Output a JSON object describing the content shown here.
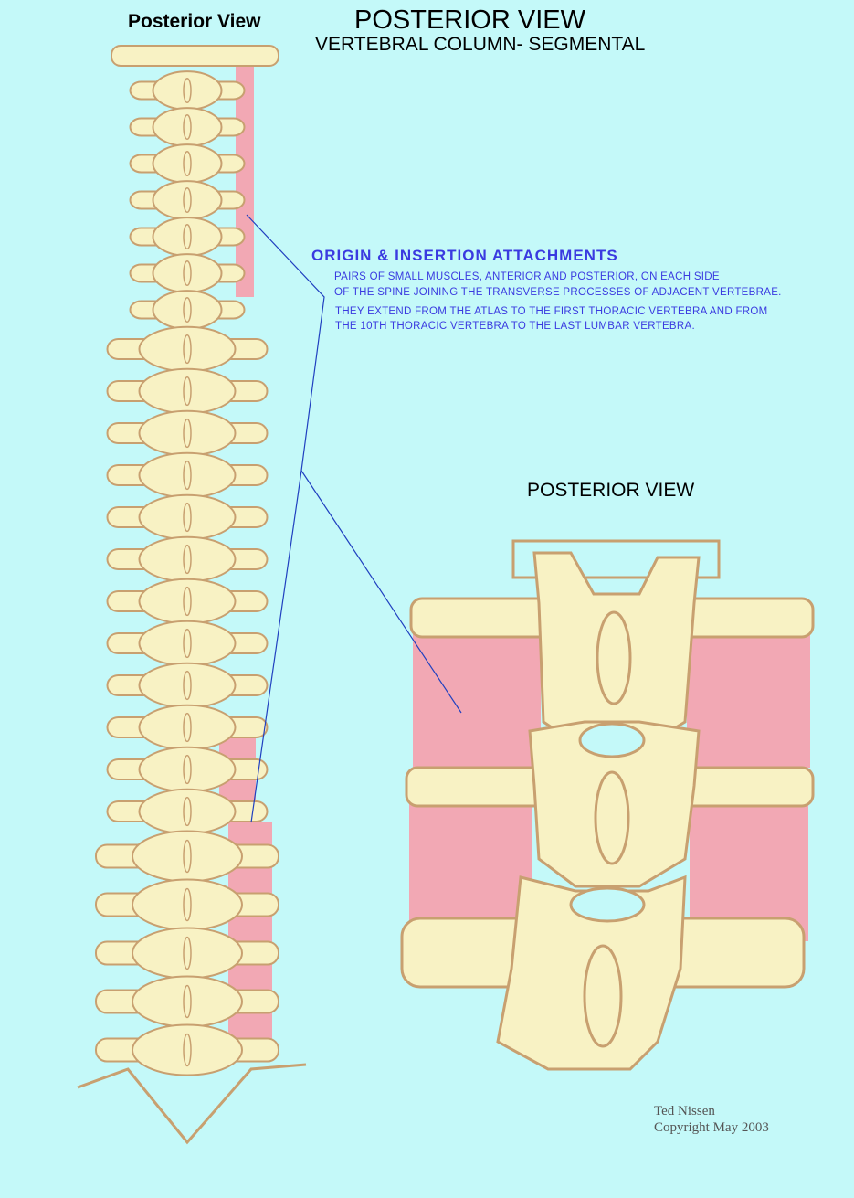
{
  "titles": {
    "left": "Posterior View",
    "main": "POSTERIOR VIEW",
    "subtitle": "VERTEBRAL COLUMN- SEGMENTAL",
    "detail": "POSTERIOR VIEW"
  },
  "annotation": {
    "heading": "ORIGIN & INSERTION ATTACHMENTS",
    "lines": [
      "PAIRS OF SMALL MUSCLES, ANTERIOR AND POSTERIOR, ON EACH SIDE",
      "OF THE SPINE JOINING THE TRANSVERSE PROCESSES OF ADJACENT VERTEBRAE.",
      "THEY EXTEND FROM THE ATLAS TO THE FIRST THORACIC VERTEBRA AND FROM",
      "THE 10TH THORACIC VERTEBRA TO THE LAST LUMBAR VERTEBRA."
    ]
  },
  "credit": {
    "author": "Ted Nissen",
    "copyright": "Copyright May 2003"
  },
  "colors": {
    "background": "#c4f9f9",
    "bone": "#f8f2c4",
    "bone_outline": "#c8a070",
    "muscle": "#f2a8b4",
    "annotation": "#3a3ae0"
  }
}
